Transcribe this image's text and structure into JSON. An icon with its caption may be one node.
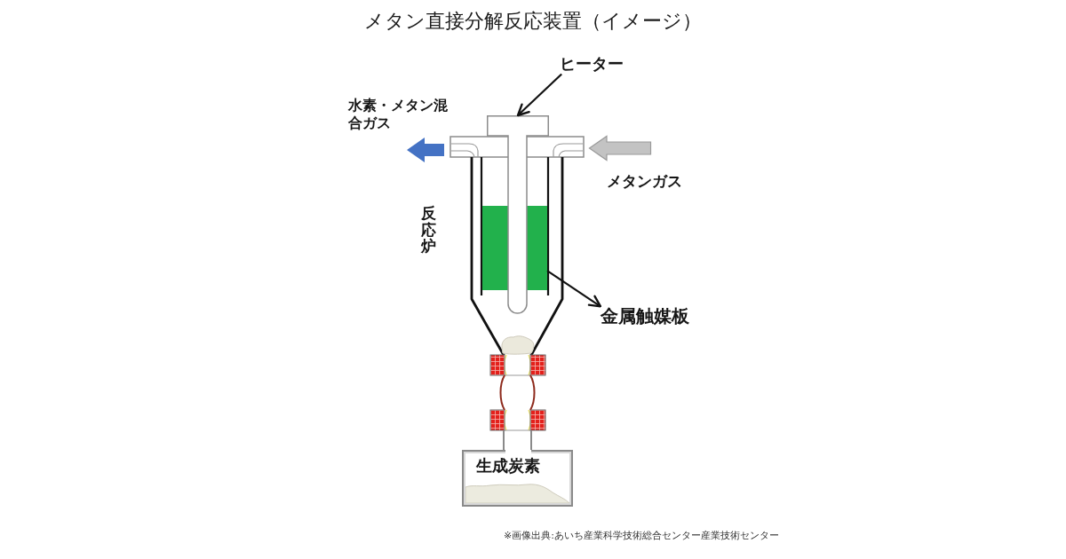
{
  "diagram": {
    "title": "メタン直接分解反応装置（イメージ）",
    "caption": "※画像出典:あいち産業科学技術総合センター産業技術センター",
    "nodes": [
      {
        "text": [
          "ヒーター"
        ]
      },
      {
        "text": [],
        "shape": "picture"
      },
      {
        "text": [
          "金属触媒板"
        ]
      },
      {
        "text": [],
        "shape": "box"
      },
      {
        "text": [
          "生成炭素"
        ]
      }
    ],
    "edges": [
      {
        "from": 0,
        "to": 1,
        "arrow": "to"
      },
      {
        "from": 3,
        "to": 2,
        "arrow": "to"
      }
    ],
    "labels": [
      "水素・メタン混合ガス",
      "メタンガス",
      "反応炉"
    ]
  }
}
